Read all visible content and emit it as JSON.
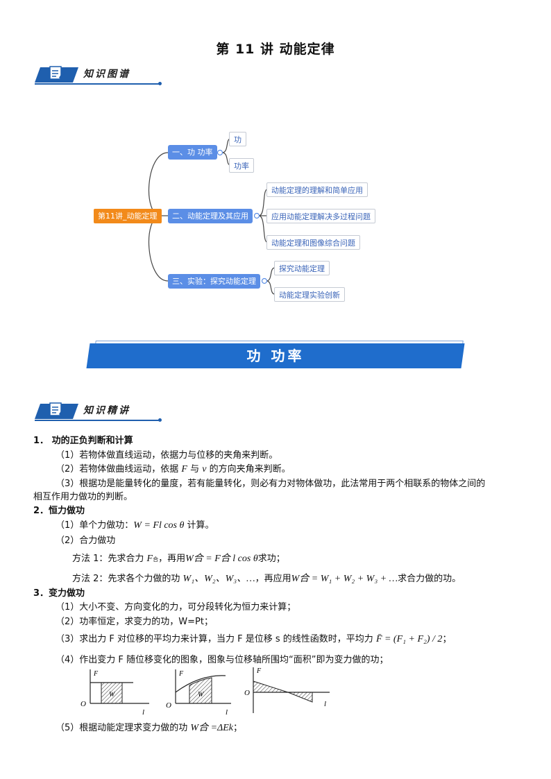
{
  "title": "第 11 讲  动能定律",
  "banner1": {
    "label": "知识图谱"
  },
  "banner2": {
    "label": "知识精讲"
  },
  "mindmap": {
    "root": "第11讲_动能定理",
    "branch1": {
      "label": "一、功 功率",
      "children": [
        "功",
        "功率"
      ]
    },
    "branch2": {
      "label": "二、动能定理及其应用",
      "children": [
        "动能定理的理解和简单应用",
        "应用动能定理解决多过程问题",
        "动能定理和图像综合问题"
      ]
    },
    "branch3": {
      "label": "三、实验：探究动能定理",
      "children": [
        "探究动能定理",
        "动能定理实验创新"
      ]
    }
  },
  "section": {
    "title": "功  功率"
  },
  "content": {
    "h1": "1．   功的正负判断和计算",
    "h1_1": "（1）若物体做直线运动，依据力与位移的夹角来判断。",
    "h1_2a": "（2）若物体做曲线运动，依据 ",
    "h1_2F": "F",
    "h1_2b": " 与 ",
    "h1_2v": "v",
    "h1_2c": " 的方向夹角来判断。",
    "h1_3a": "（3）根据功是能量转化的量度，若有能量转化，则必有力对物体做功，此法常用于两个相联系的物体之间的",
    "h1_3b": "相互作用力做功的判断。",
    "h2": "2．恒力做功",
    "h2_1a": "（1）单个力做功：",
    "h2_1f": "W = Fl cos θ",
    "h2_1b": " 计算。",
    "h2_2": "（2）合力做功",
    "m1a": "方法 1：先求合力 ",
    "m1F": "F",
    "m1sub": "合",
    "m1b": "，再用",
    "m1f": "W合 = F合 l cos θ",
    "m1c": "求功；",
    "m2a": "方法 2：先求各个力做的功 ",
    "m2w": "W₁、W₂、W₃、…",
    "m2b": "，再应用",
    "m2f": "W合 = W₁ + W₂ + W₃ + …",
    "m2c": "求合力做的功。",
    "h3": "3．变力做功",
    "h3_1": "（1）大小不变、方向变化的力，可分段转化为恒力来计算；",
    "h3_2": "（2）功率恒定，求变力的功，W=Pt；",
    "h3_3a": "（3）求出力 F 对位移的平均力来计算，当力 F 是位移 s 的线性函数时，平均力 ",
    "h3_3f": "F̄ = (F₁ + F₂) / 2",
    "h3_3b": "；",
    "h3_4": "（4）作出变力 F 随位移变化的图象，图象与位移轴所围均“面积”即为变力做的功；",
    "h3_5a": "（5）根据动能定理求变力做的功 ",
    "h3_5f": "W合 =ΔEk",
    "h3_5b": "；"
  },
  "graphs": {
    "F": "F",
    "O": "O",
    "l": "l",
    "W": "W"
  },
  "colors": {
    "accent": "#1f6dcc",
    "root": "#f28a1a",
    "node": "#5b8ee6"
  }
}
